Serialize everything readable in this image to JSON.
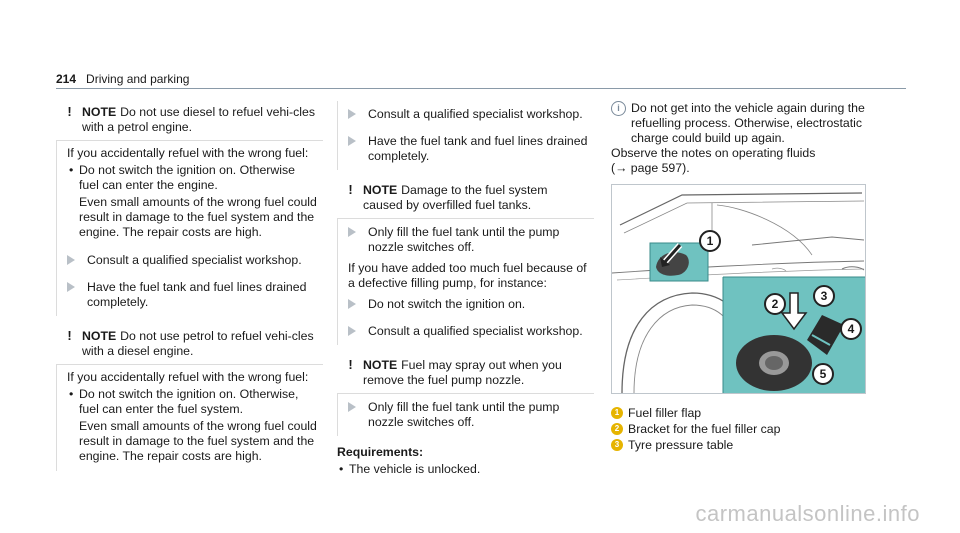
{
  "header": {
    "page_number": "214",
    "section": "Driving and parking"
  },
  "col1": {
    "note1": {
      "label": "NOTE",
      "head": "Do not use diesel to refuel vehi-cles with a petrol engine.",
      "intro": "If you accidentally refuel with the wrong fuel:",
      "bullet": "Do not switch the ignition on. Otherwise fuel can enter the engine.",
      "sub": "Even small amounts of the wrong fuel could result in damage to the fuel system and the engine. The repair costs are high."
    },
    "steps1": [
      "Consult a qualified specialist workshop.",
      "Have the fuel tank and fuel lines drained completely."
    ],
    "note2": {
      "label": "NOTE",
      "head": "Do not use petrol to refuel vehi-cles with a diesel engine.",
      "intro": "If you accidentally refuel with the wrong fuel:",
      "bullet": "Do not switch the ignition on. Otherwise, fuel can enter the fuel system.",
      "sub": "Even small amounts of the wrong fuel could result in damage to the fuel system and the engine. The repair costs are high."
    }
  },
  "col2": {
    "steps1": [
      "Consult a qualified specialist workshop.",
      "Have the fuel tank and fuel lines drained completely."
    ],
    "note3": {
      "label": "NOTE",
      "head": "Damage to the fuel system caused by overfilled fuel tanks.",
      "step": "Only fill the fuel tank until the pump nozzle switches off.",
      "intro": "If you have added too much fuel because of a defective filling pump, for instance:",
      "steps": [
        "Do not switch the ignition on.",
        "Consult a qualified specialist workshop."
      ]
    },
    "note4": {
      "label": "NOTE",
      "head": "Fuel may spray out when you remove the fuel pump nozzle.",
      "step": "Only fill the fuel tank until the pump nozzle switches off."
    },
    "requirements_label": "Requirements:",
    "requirements": [
      "The vehicle is unlocked."
    ]
  },
  "col3": {
    "info": "Do not get into the vehicle again during the refuelling process. Otherwise, electrostatic charge could build up again.",
    "observe": "Observe the notes on operating fluids",
    "ref": "(→ page 597).",
    "legend": [
      {
        "n": "1",
        "text": "Fuel filler flap"
      },
      {
        "n": "2",
        "text": "Bracket for the fuel filler cap"
      },
      {
        "n": "3",
        "text": "Tyre pressure table"
      }
    ],
    "figure_callouts": [
      "1",
      "2",
      "3",
      "4",
      "5"
    ]
  },
  "watermark": "carmanualsonline.info",
  "colors": {
    "callout": "#e6b400",
    "highlight": "#6fc2c0",
    "rule": "#8a9aa8"
  }
}
